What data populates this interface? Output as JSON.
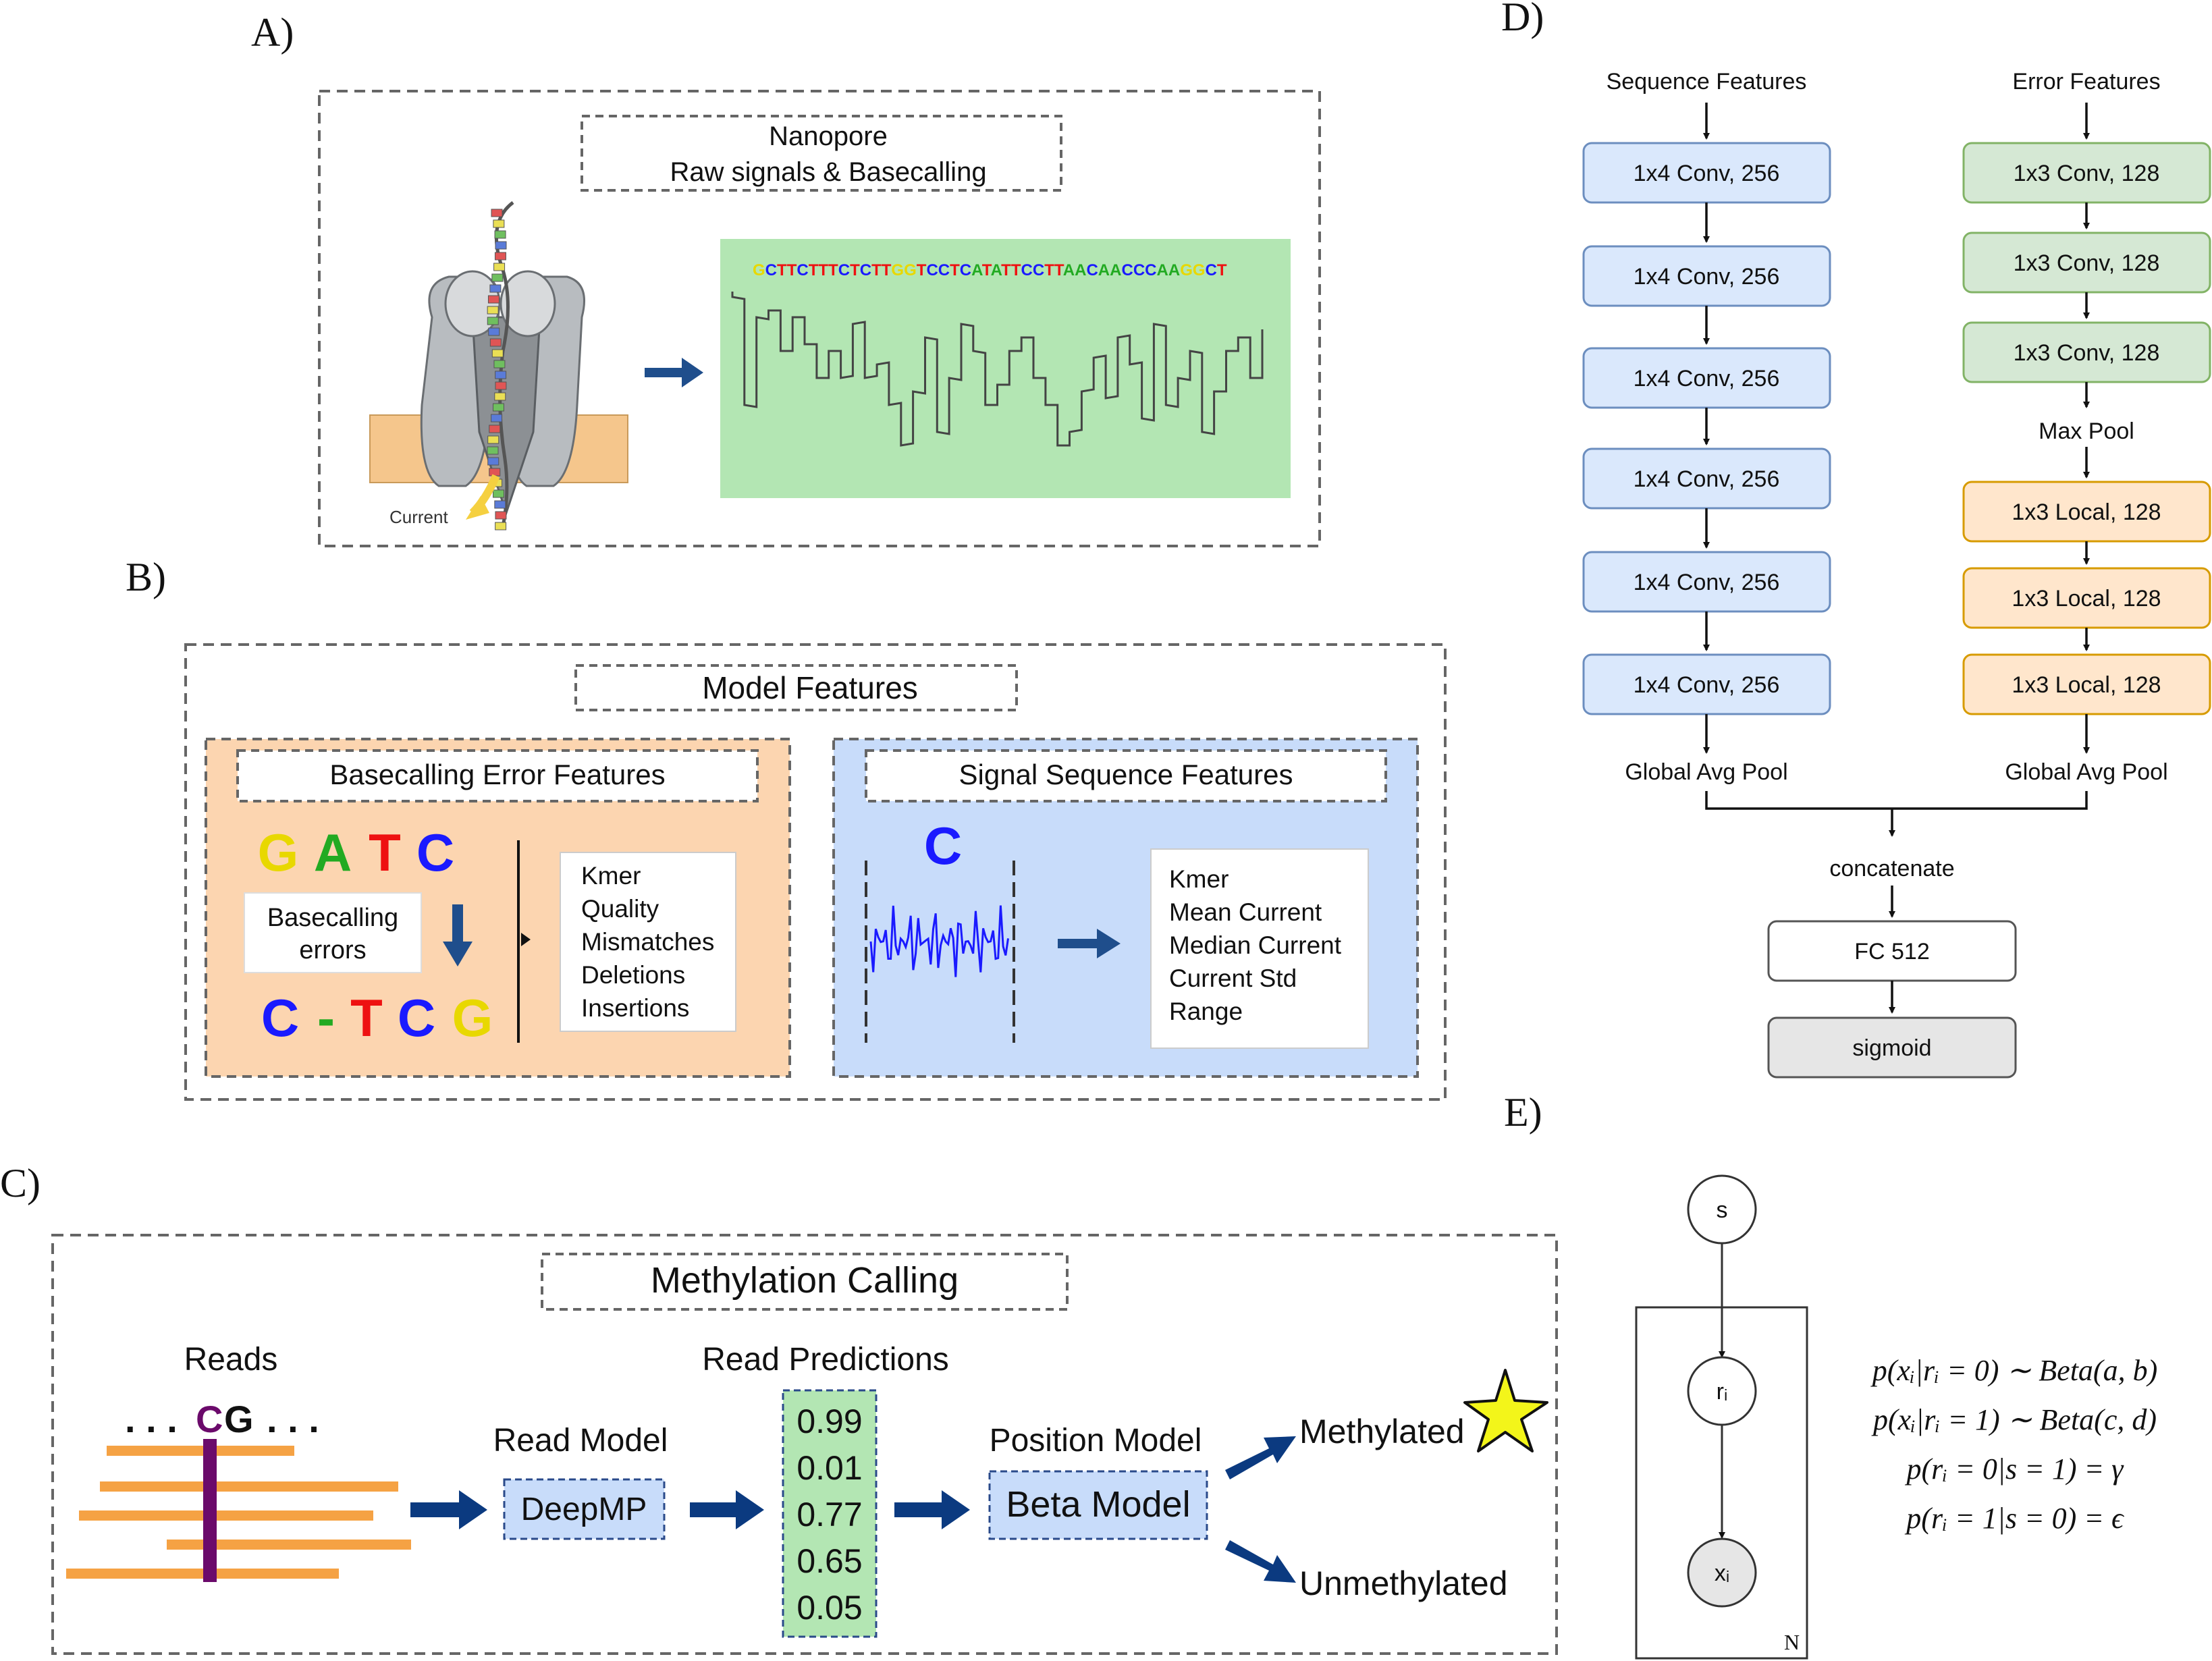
{
  "panels": {
    "A": {
      "label": "A)",
      "title_line1": "Nanopore",
      "title_line2": "Raw signals & Basecalling",
      "current_label": "Current",
      "sequence": "GCTTCTTTCTCTTGGTCCTCATATTCCTTAACAACCCAAGGCT",
      "sequence_colors": {
        "A": "#22aa22",
        "C": "#1a1aff",
        "G": "#e8d800",
        "T": "#ee1111"
      }
    },
    "B": {
      "label": "B)",
      "title": "Model Features",
      "error_box_title": "Basecalling Error Features",
      "signal_box_title": "Signal Sequence Features",
      "ref_bases": [
        "G",
        "A",
        "T",
        "C"
      ],
      "called_bases": [
        "C",
        "-",
        "T",
        "C",
        "G"
      ],
      "basecalling_label_line1": "Basecalling",
      "basecalling_label_line2": "errors",
      "error_features": [
        "Kmer",
        "Quality",
        "Mismatches",
        "Deletions",
        "Insertions"
      ],
      "signal_base": "C",
      "signal_features": [
        "Kmer",
        "Mean Current",
        "Median Current",
        "Current Std",
        "Range"
      ]
    },
    "C": {
      "label": "C)",
      "title": "Methylation Calling",
      "reads_label": "Reads",
      "reads_context_prefix": ". . .",
      "reads_context_c": "C",
      "reads_context_g": "G",
      "reads_context_suffix": ". . .",
      "read_model_label": "Read Model",
      "read_model_name": "DeepMP",
      "predictions_label": "Read Predictions",
      "predictions": [
        "0.99",
        "0.01",
        "0.77",
        "0.65",
        "0.05"
      ],
      "position_model_label": "Position Model",
      "position_model_name": "Beta Model",
      "outcome_methylated": "Methylated",
      "outcome_unmethylated": "Unmethylated"
    },
    "D": {
      "label": "D)",
      "seq_title": "Sequence Features",
      "seq_layers": [
        "1x4 Conv, 256",
        "1x4 Conv, 256",
        "1x4 Conv, 256",
        "1x4 Conv, 256",
        "1x4 Conv, 256",
        "1x4 Conv, 256"
      ],
      "seq_pool": "Global Avg Pool",
      "err_title": "Error Features",
      "err_conv_layers": [
        "1x3 Conv, 128",
        "1x3 Conv, 128",
        "1x3 Conv, 128"
      ],
      "err_maxpool": "Max Pool",
      "err_local_layers": [
        "1x3 Local, 128",
        "1x3 Local, 128",
        "1x3 Local, 128"
      ],
      "err_pool": "Global Avg Pool",
      "concat": "concatenate",
      "fc": "FC 512",
      "output": "sigmoid"
    },
    "E": {
      "label": "E)",
      "node_s": "s",
      "node_r": "rᵢ",
      "node_x": "xᵢ",
      "plate_label": "N",
      "equations": [
        "p(xᵢ|rᵢ = 0) ∼ Beta(a, b)",
        "p(xᵢ|rᵢ = 1) ∼ Beta(c, d)",
        "p(rᵢ = 0|s = 1) = γ",
        "p(rᵢ = 1|s = 0) = ϵ"
      ]
    }
  },
  "colors": {
    "membrane": "#f5c68c",
    "signal_bg": "#b3e6b3",
    "error_panel": "#fcd5b0",
    "signal_panel": "#c8dcfa",
    "conv_seq": "#dae8fc",
    "conv_err": "#d5e8d4",
    "local": "#ffe6cc",
    "sigmoid": "#e6e6e6",
    "read_bar": "#f5a244",
    "cpg_bar": "#6b0a6b",
    "arrow": "#0b3a80"
  }
}
